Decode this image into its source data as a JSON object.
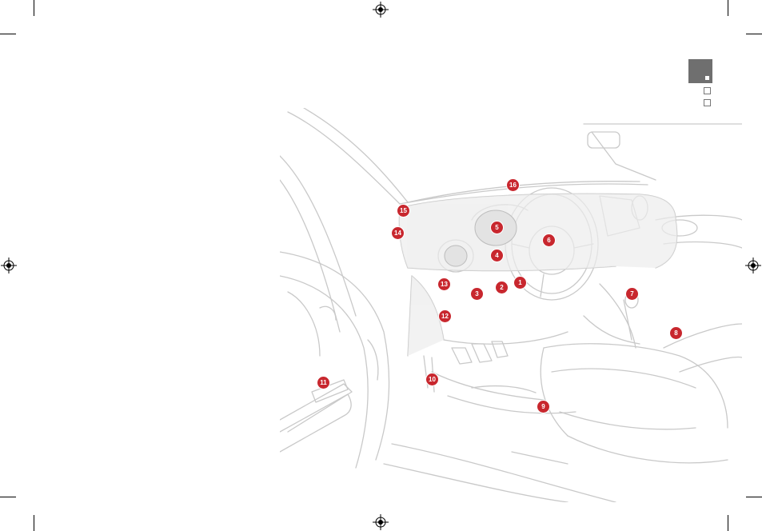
{
  "page": {
    "section_tab_color": "#6f6f6f",
    "callout_color": "#c8272e"
  },
  "illustration": {
    "subject": "car-interior-dashboard",
    "callouts": [
      "1",
      "2",
      "3",
      "4",
      "5",
      "6",
      "7",
      "8",
      "9",
      "10",
      "11",
      "12",
      "13",
      "14",
      "15",
      "16"
    ]
  }
}
